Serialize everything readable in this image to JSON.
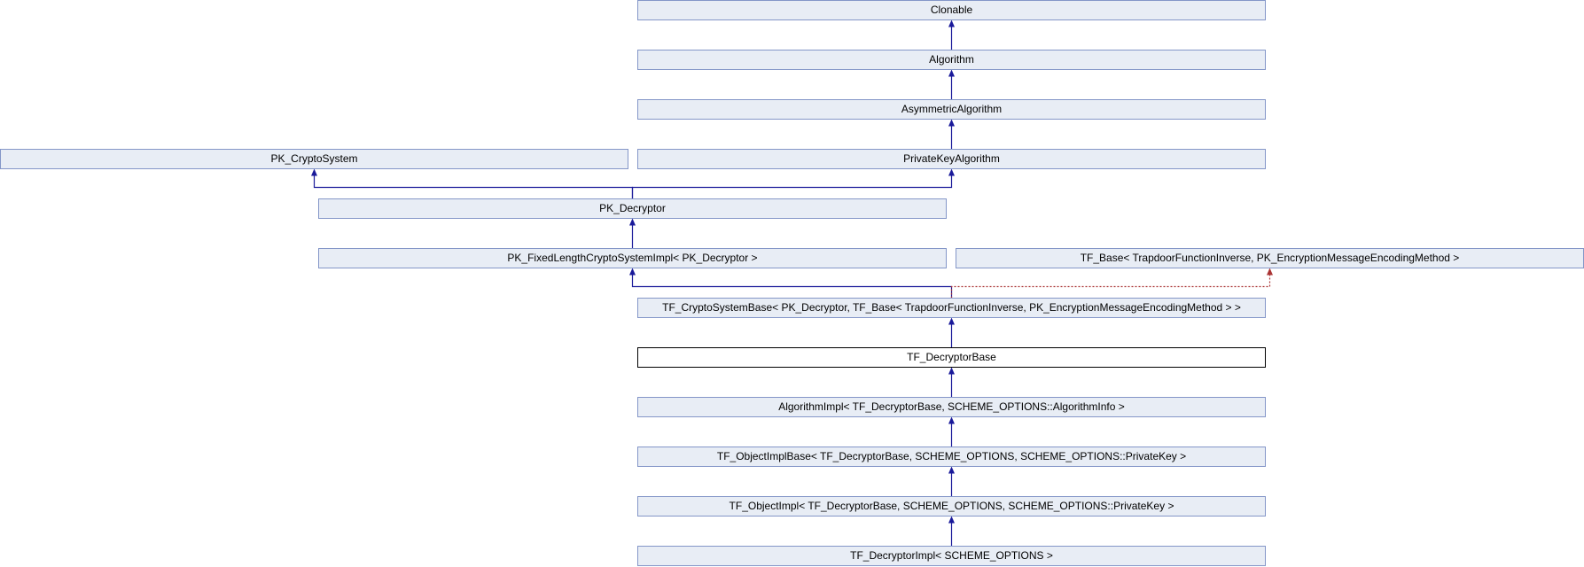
{
  "nodes": [
    {
      "id": "clonable",
      "label": "Clonable",
      "current": false
    },
    {
      "id": "algorithm",
      "label": "Algorithm",
      "current": false
    },
    {
      "id": "asymmetric",
      "label": "AsymmetricAlgorithm",
      "current": false
    },
    {
      "id": "pk_cryptosystem",
      "label": "PK_CryptoSystem",
      "current": false
    },
    {
      "id": "privatekey",
      "label": "PrivateKeyAlgorithm",
      "current": false
    },
    {
      "id": "pk_decryptor",
      "label": "PK_Decryptor",
      "current": false
    },
    {
      "id": "pk_fixedlength",
      "label": "PK_FixedLengthCryptoSystemImpl< PK_Decryptor >",
      "current": false
    },
    {
      "id": "tf_base",
      "label": "TF_Base< TrapdoorFunctionInverse, PK_EncryptionMessageEncodingMethod >",
      "current": false
    },
    {
      "id": "tf_cryptosystembase",
      "label": "TF_CryptoSystemBase< PK_Decryptor, TF_Base< TrapdoorFunctionInverse, PK_EncryptionMessageEncodingMethod > >",
      "current": false
    },
    {
      "id": "tf_decryptorbase",
      "label": "TF_DecryptorBase",
      "current": true
    },
    {
      "id": "algorithmimpl",
      "label": "AlgorithmImpl< TF_DecryptorBase, SCHEME_OPTIONS::AlgorithmInfo >",
      "current": false
    },
    {
      "id": "tf_objectimplbase",
      "label": "TF_ObjectImplBase< TF_DecryptorBase, SCHEME_OPTIONS, SCHEME_OPTIONS::PrivateKey >",
      "current": false
    },
    {
      "id": "tf_objectimpl",
      "label": "TF_ObjectImpl< TF_DecryptorBase, SCHEME_OPTIONS, SCHEME_OPTIONS::PrivateKey >",
      "current": false
    },
    {
      "id": "tf_decryptorimpl",
      "label": "TF_DecryptorImpl< SCHEME_OPTIONS >",
      "current": false
    }
  ],
  "edges": [
    {
      "from": "algorithm",
      "to": "clonable",
      "kind": "public"
    },
    {
      "from": "asymmetric",
      "to": "algorithm",
      "kind": "public"
    },
    {
      "from": "privatekey",
      "to": "asymmetric",
      "kind": "public"
    },
    {
      "from": "pk_decryptor",
      "to": "pk_cryptosystem",
      "kind": "public"
    },
    {
      "from": "pk_decryptor",
      "to": "privatekey",
      "kind": "public"
    },
    {
      "from": "pk_fixedlength",
      "to": "pk_decryptor",
      "kind": "public"
    },
    {
      "from": "tf_cryptosystembase",
      "to": "pk_fixedlength",
      "kind": "public"
    },
    {
      "from": "tf_cryptosystembase",
      "to": "tf_base",
      "kind": "protected"
    },
    {
      "from": "tf_decryptorbase",
      "to": "tf_cryptosystembase",
      "kind": "public"
    },
    {
      "from": "algorithmimpl",
      "to": "tf_decryptorbase",
      "kind": "public"
    },
    {
      "from": "tf_objectimplbase",
      "to": "algorithmimpl",
      "kind": "public"
    },
    {
      "from": "tf_objectimpl",
      "to": "tf_objectimplbase",
      "kind": "public"
    },
    {
      "from": "tf_decryptorimpl",
      "to": "tf_objectimpl",
      "kind": "public"
    }
  ]
}
